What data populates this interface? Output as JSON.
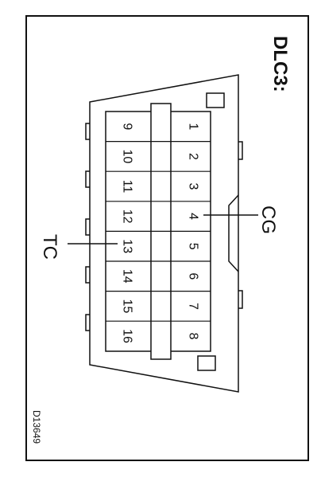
{
  "title": "DLC3:",
  "reference_code": "D13649",
  "pins_top_row": [
    "1",
    "2",
    "3",
    "4",
    "5",
    "6",
    "7",
    "8"
  ],
  "pins_bottom_row": [
    "9",
    "10",
    "11",
    "12",
    "13",
    "14",
    "15",
    "16"
  ],
  "callouts": {
    "cg": {
      "label": "CG",
      "pin": "4"
    },
    "tc": {
      "label": "TC",
      "pin": "13"
    }
  },
  "colors": {
    "ink": "#111111",
    "paper": "#ffffff"
  }
}
